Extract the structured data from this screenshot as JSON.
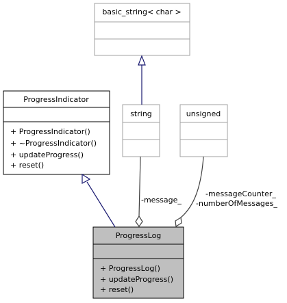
{
  "classes": {
    "basic_string": {
      "name": "basic_string< char >",
      "attributes": [],
      "methods": []
    },
    "progress_indicator": {
      "name": "ProgressIndicator",
      "attributes": [],
      "methods": [
        "+ ProgressIndicator()",
        "+ ~ProgressIndicator()",
        "+ updateProgress()",
        "+ reset()"
      ]
    },
    "string": {
      "name": "string",
      "attributes": [],
      "methods": []
    },
    "unsigned": {
      "name": "unsigned",
      "attributes": [],
      "methods": []
    },
    "progress_log": {
      "name": "ProgressLog",
      "attributes": [],
      "methods": [
        "+ ProgressLog()",
        "+ updateProgress()",
        "+ reset()"
      ]
    }
  },
  "relations": {
    "string_to_basic_string": {
      "type": "template-instantiation"
    },
    "progress_log_to_progress_indicator": {
      "type": "inheritance"
    },
    "message": {
      "type": "aggregation",
      "label": "-message_"
    },
    "counters": {
      "type": "aggregation",
      "label_1": "-messageCounter_",
      "label_2": "-numberOfMessages_"
    }
  },
  "colors": {
    "external_border": "#a0a0a0",
    "class_border": "#000000",
    "focus_fill": "#bfbfbf",
    "generalization_line": "#191970",
    "usage_line": "#404040"
  }
}
